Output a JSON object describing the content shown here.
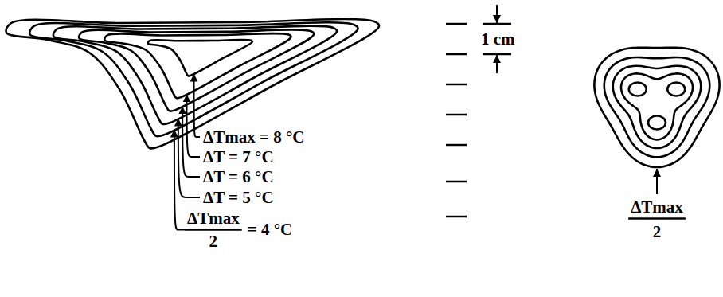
{
  "diagram": {
    "labels": [
      "ΔTmax = 8 °C",
      "ΔT = 7 °C",
      "ΔT = 6 °C",
      "ΔT = 5 °C",
      "ΔTmax",
      "2",
      "= 4 °C",
      "1 cm",
      "ΔTmax",
      "2"
    ]
  }
}
